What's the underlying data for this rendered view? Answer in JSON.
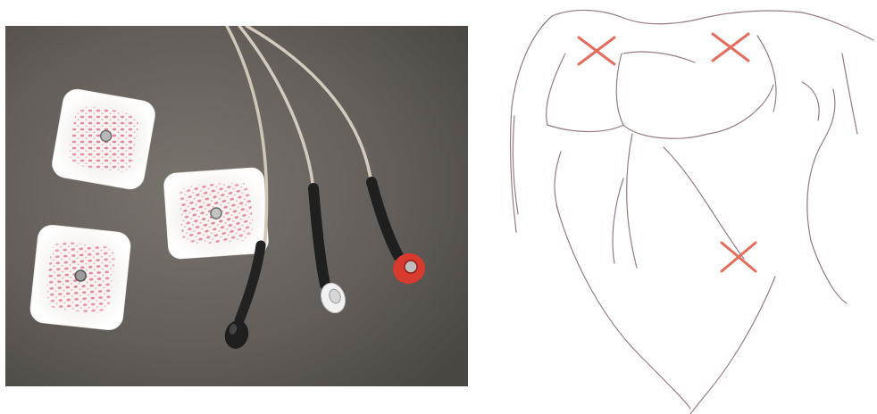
{
  "panels": [
    {
      "name": "photo",
      "contents": [
        "electrode-pad",
        "electrode-pad",
        "electrode-pad",
        "lead-wire"
      ]
    },
    {
      "name": "sketch",
      "contents": [
        "torso-outline",
        "placement-mark",
        "placement-mark",
        "placement-mark"
      ]
    }
  ],
  "colors": {
    "surface": "#69645f",
    "pad": "#f6f3ef",
    "pad_dots": "#e18aa0",
    "cable": "#cfc7b8",
    "lead_black": "#252525",
    "lead_white": "#f2f2f2",
    "lead_red": "#d93b30",
    "sketch_line": "#8b6e72",
    "placement_mark": "#e36e5e"
  },
  "lead_colors": [
    "black",
    "white",
    "red"
  ],
  "placement_count": 3
}
